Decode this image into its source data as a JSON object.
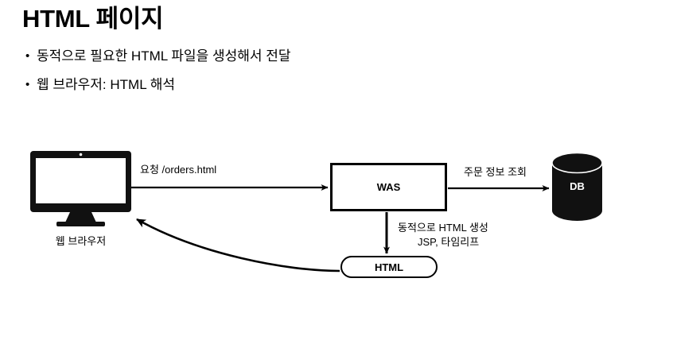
{
  "slide": {
    "title": "HTML 페이지",
    "bullets": [
      {
        "marker": "•",
        "text": "동적으로 필요한 HTML 파일을 생성해서 전달"
      },
      {
        "marker": "•",
        "text": "웹 브라우저: HTML 해석"
      }
    ]
  },
  "diagram": {
    "nodes": {
      "browser": {
        "label": "웹 브라우저",
        "icon": "monitor-icon"
      },
      "was": {
        "label": "WAS"
      },
      "html": {
        "label": "HTML"
      },
      "db": {
        "label": "DB",
        "icon": "database-cylinder-icon"
      }
    },
    "edges": {
      "request": {
        "label": "요청 /orders.html"
      },
      "db_query": {
        "label": "주문 정보 조회"
      },
      "generate": {
        "label_line1": "동적으로 HTML 생성",
        "label_line2": "JSP, 타임리프"
      },
      "response": {
        "label": ""
      }
    }
  },
  "colors": {
    "ink": "#000000",
    "background": "#ffffff",
    "node_fill": "#ffffff",
    "db_fill": "#111111",
    "db_text": "#ffffff"
  }
}
